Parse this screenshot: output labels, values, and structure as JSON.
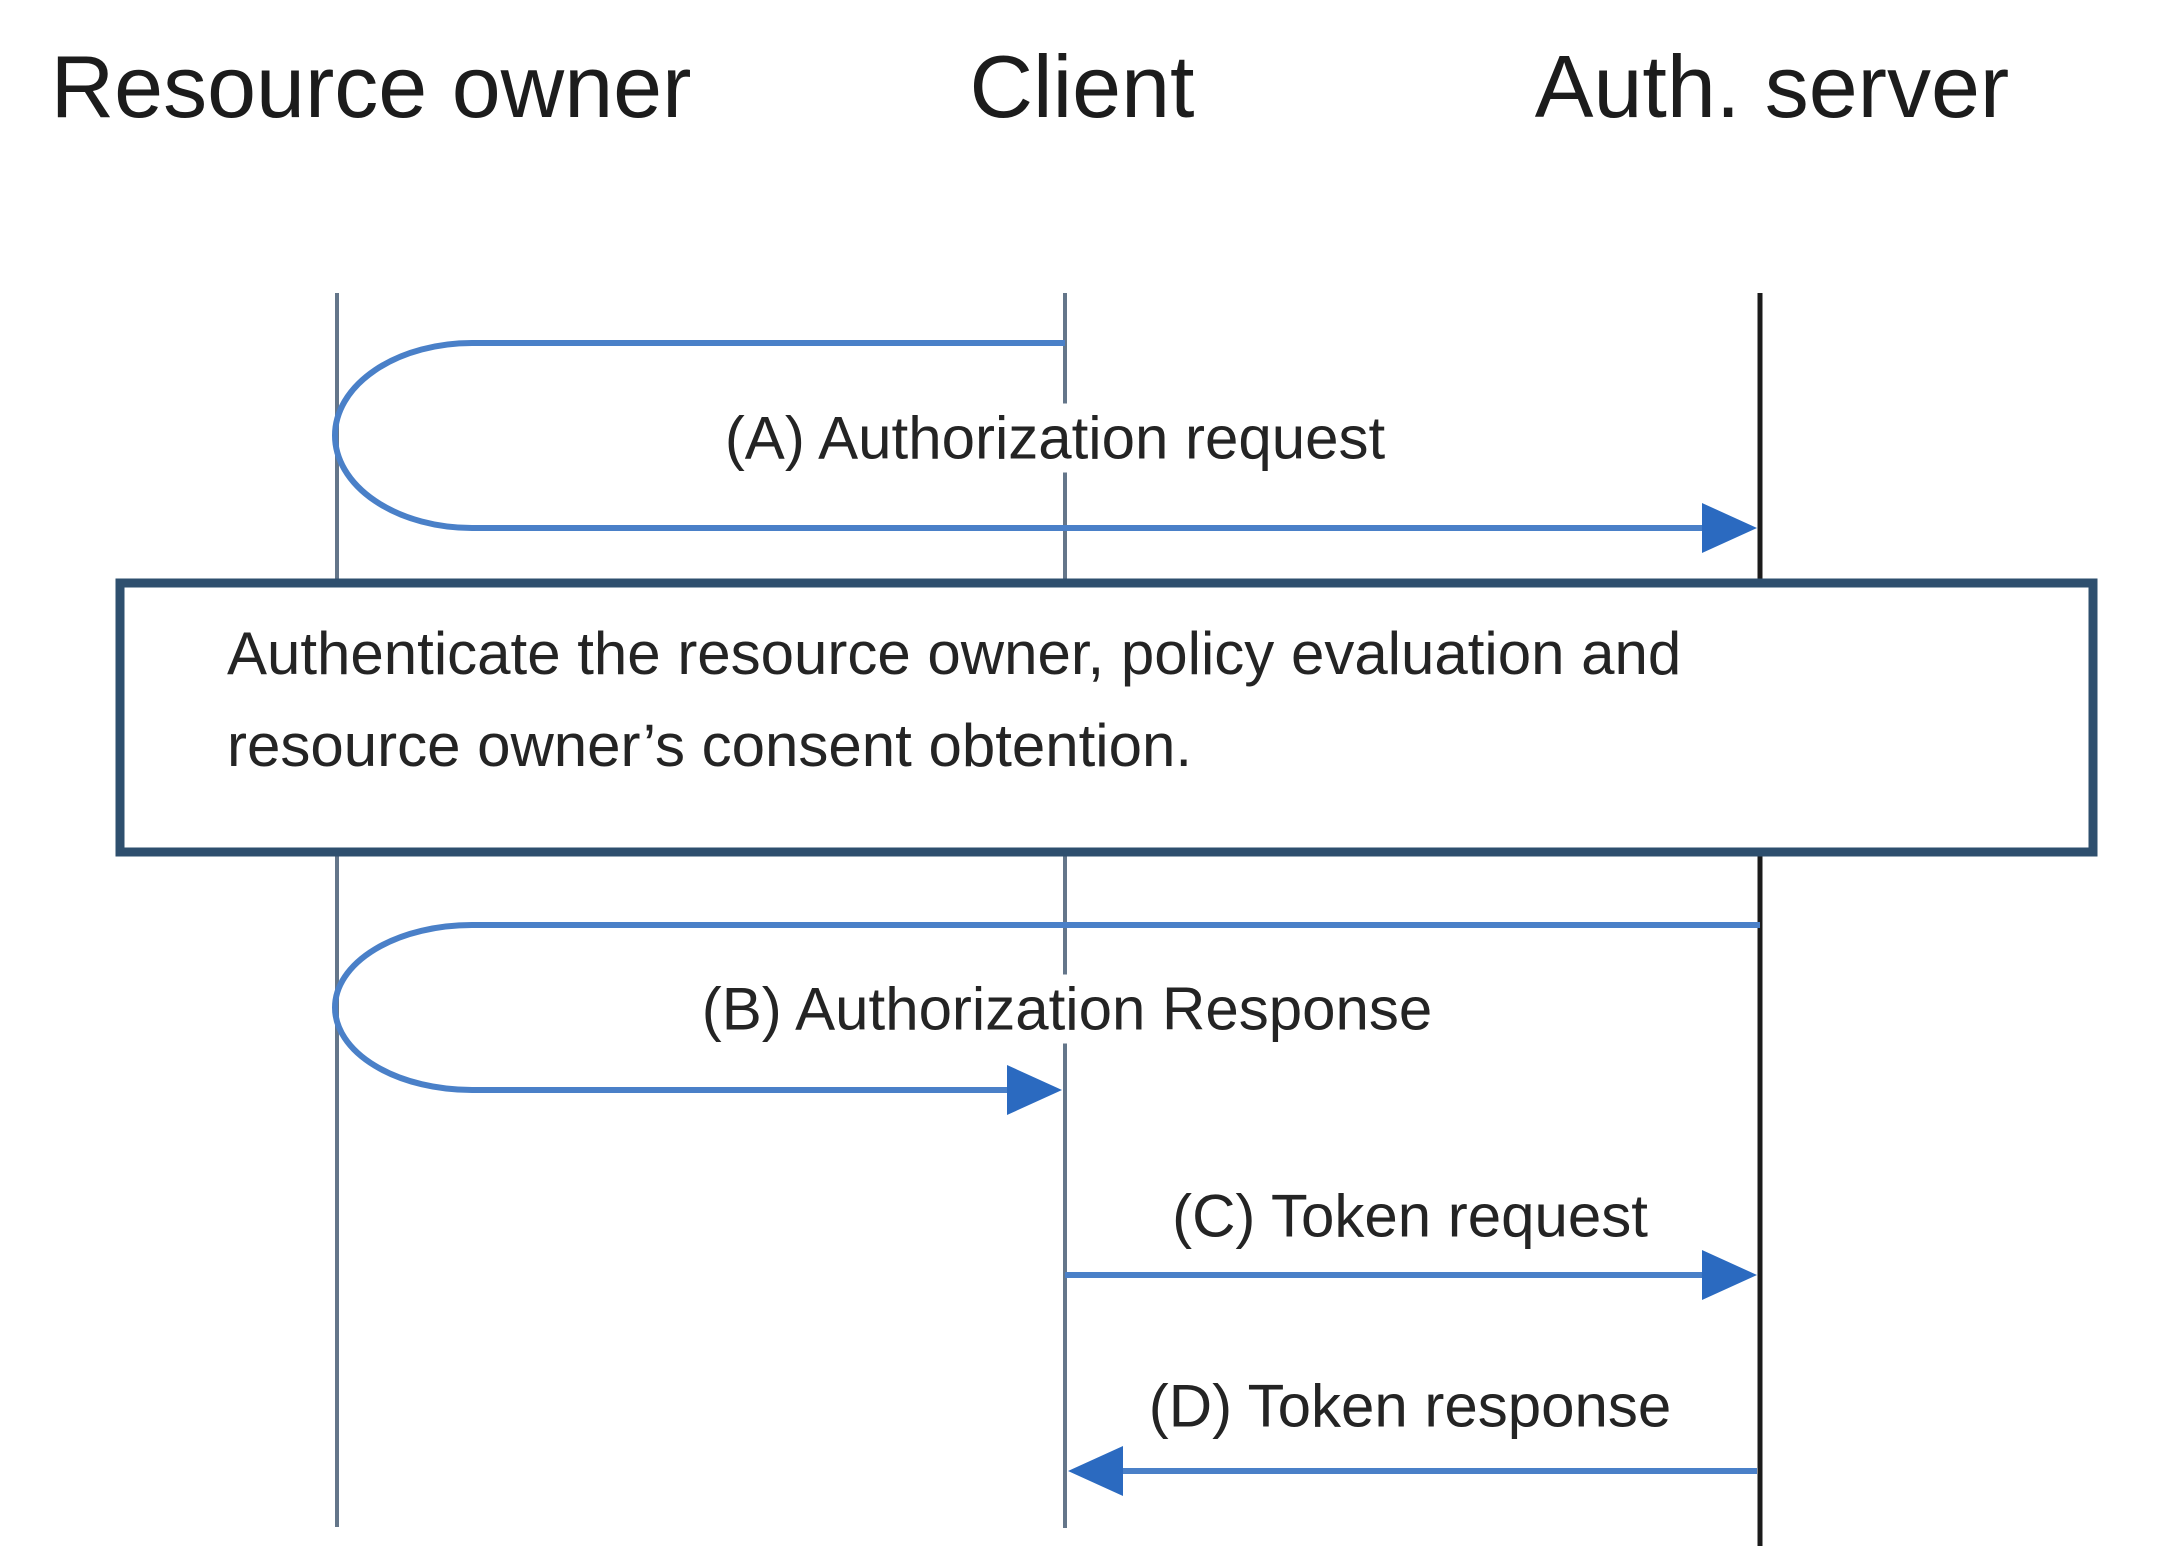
{
  "diagram": {
    "type": "sequence-diagram",
    "topic": "OAuth authorization code flow",
    "actors": [
      {
        "name": "Resource owner"
      },
      {
        "name": "Client"
      },
      {
        "name": "Auth. server"
      }
    ],
    "messages": [
      {
        "id": "A",
        "label": "(A) Authorization request",
        "from": "Client",
        "via": "Resource owner",
        "to": "Auth. server"
      },
      {
        "id": "B",
        "label": "(B) Authorization Response",
        "from": "Auth. server",
        "via": "Resource owner",
        "to": "Client"
      },
      {
        "id": "C",
        "label": "(C) Token request",
        "from": "Client",
        "to": "Auth. server"
      },
      {
        "id": "D",
        "label": "(D) Token response",
        "from": "Auth. server",
        "to": "Client"
      }
    ],
    "note": {
      "line1": "Authenticate the resource owner, policy evaluation and",
      "line2": "resource owner’s consent obtention."
    },
    "colors": {
      "arrow_line": "#4a80c8",
      "arrow_head": "#2b6ac0",
      "lifeline": "#64768a",
      "auth_lifeline": "#1b1b1b",
      "note_border": "#2e4f6e",
      "text": "#242424",
      "heading": "#1c1c1c"
    }
  }
}
